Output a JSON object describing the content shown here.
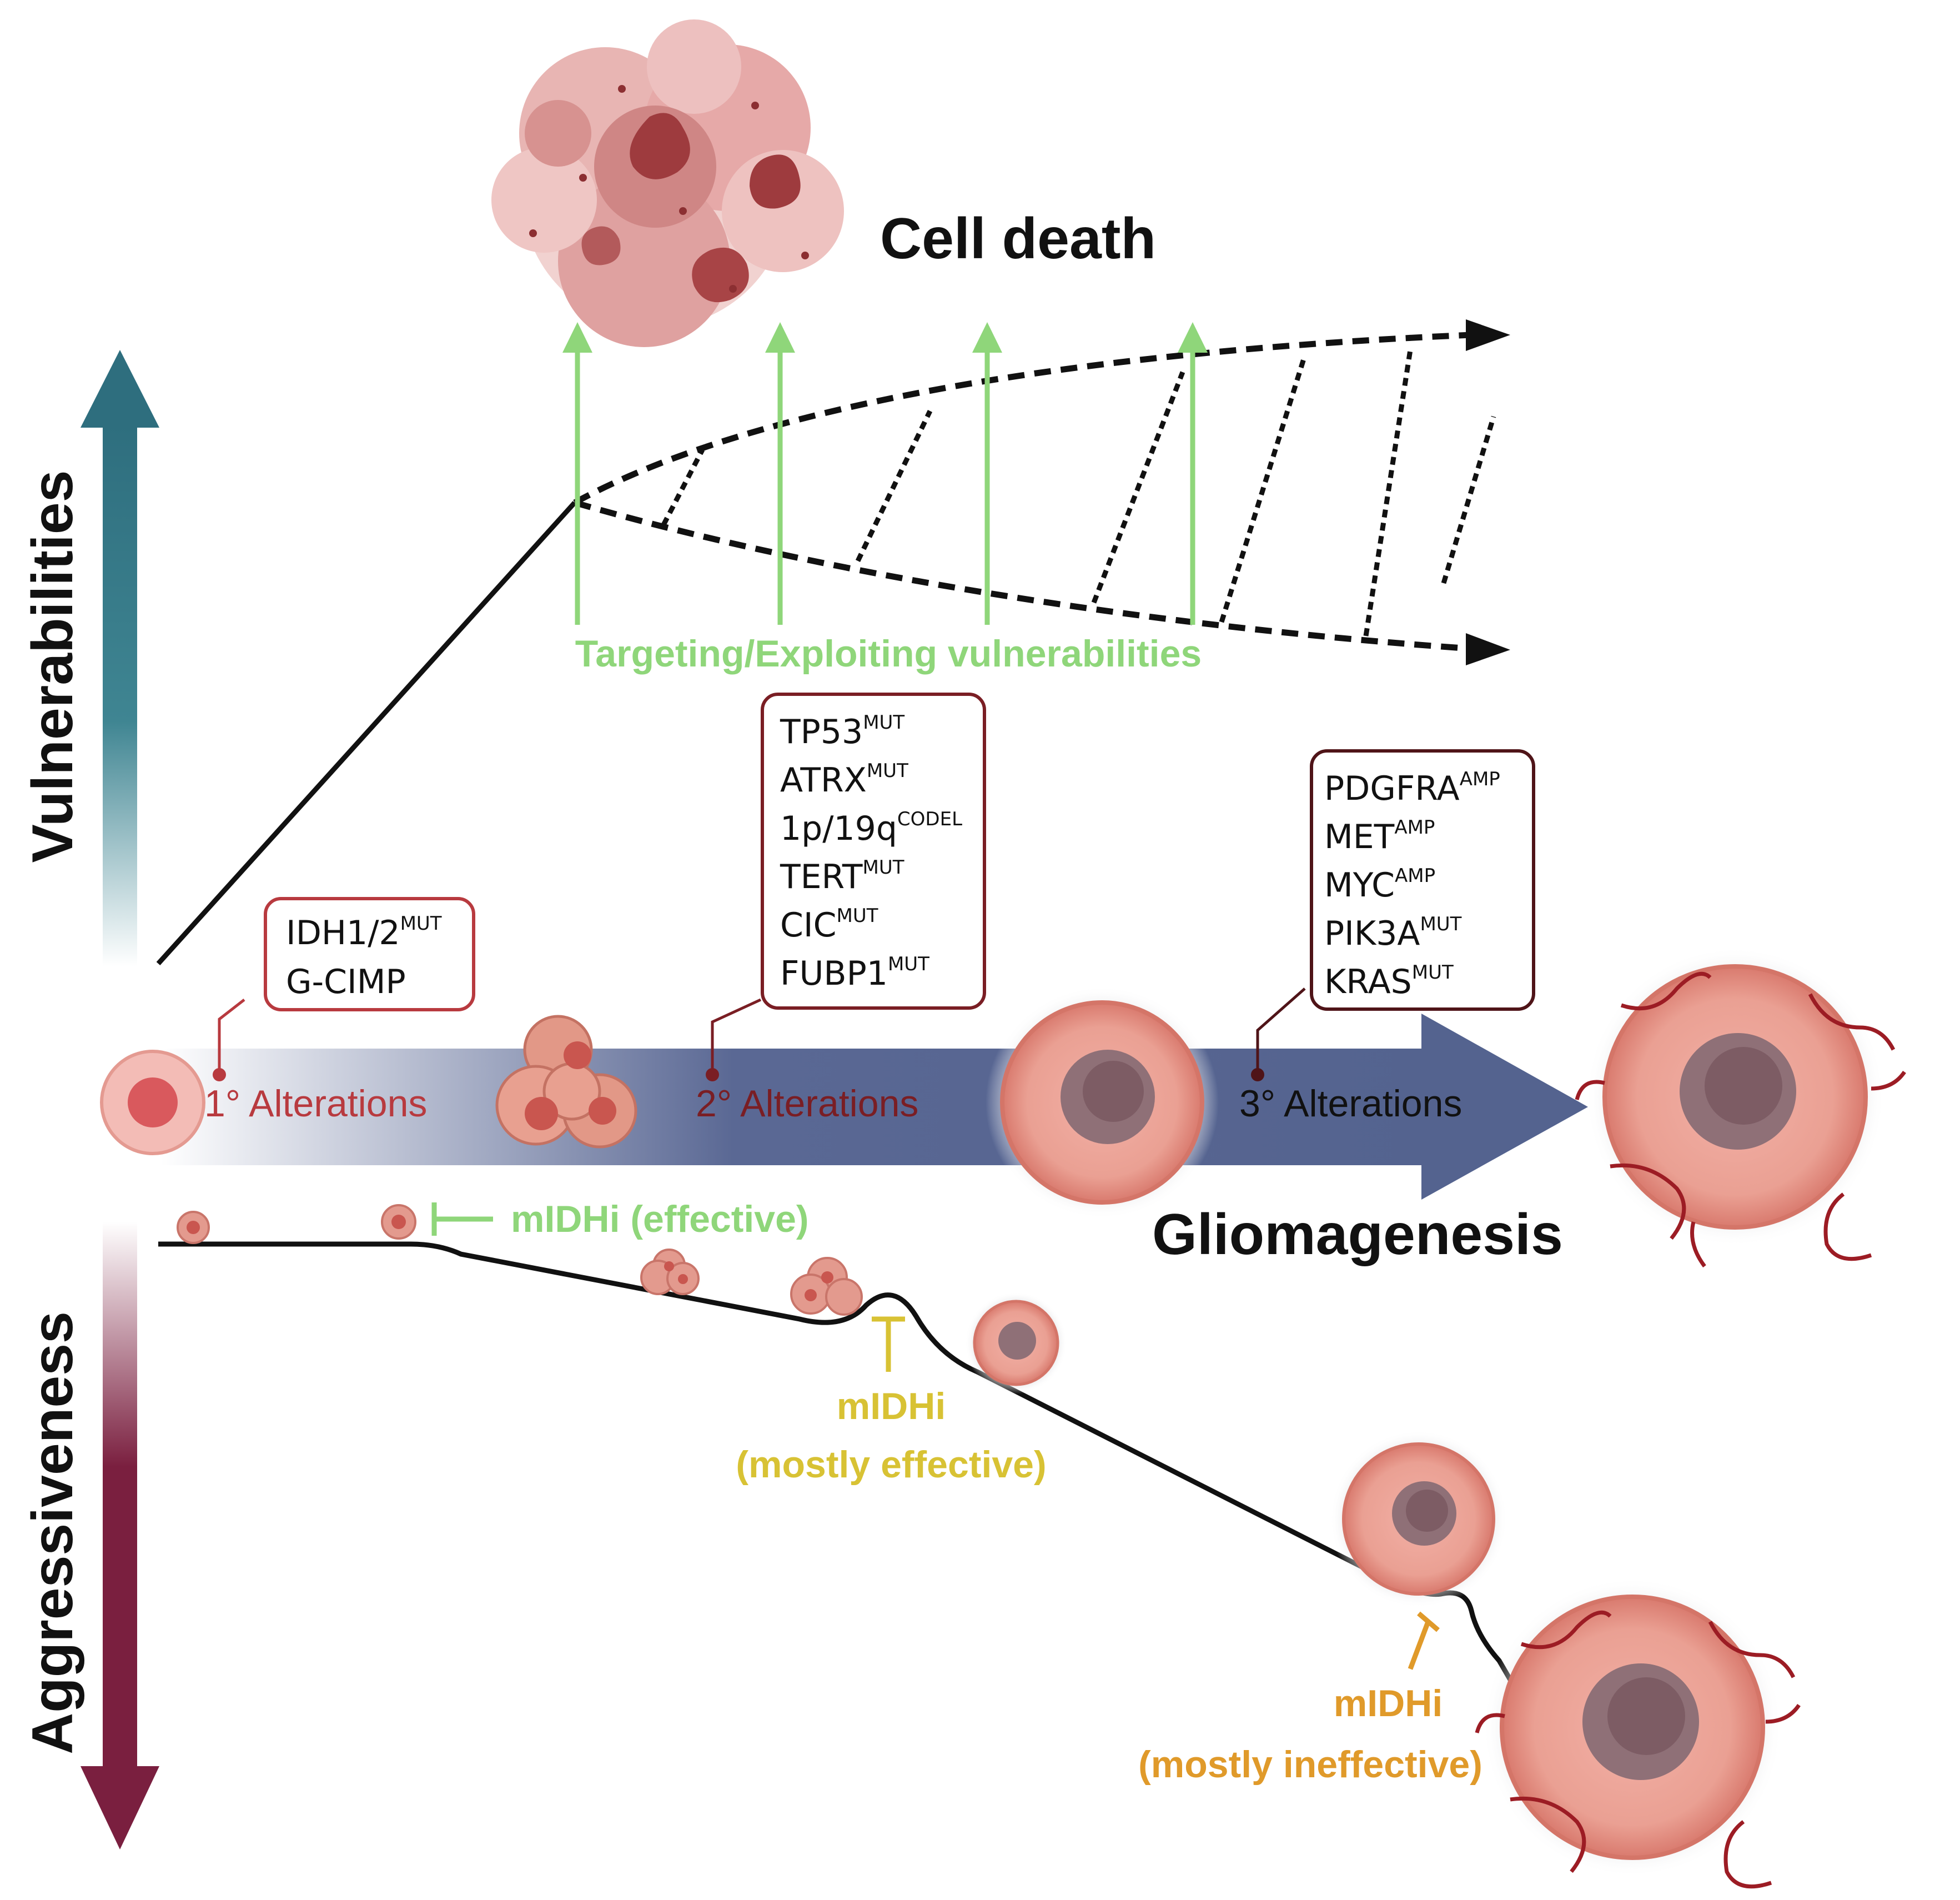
{
  "labels": {
    "cell_death": "Cell death",
    "targeting": "Targeting/Exploiting vulnerabilities",
    "vulnerabilities": "Vulnerabilities",
    "aggressiveness": "Aggressiveness",
    "gliomagenesis": "Gliomagenesis",
    "alt1": "1° Alterations",
    "alt2": "2° Alterations",
    "alt3": "3° Alterations",
    "mIDHi_effective": "mIDHi (effective)",
    "mIDHi": "mIDHi",
    "mostly_effective": "(mostly effective)",
    "mostly_ineffective": "(mostly ineffective)"
  },
  "boxes": {
    "primary": [
      {
        "gene": "IDH1/2",
        "sup": "MUT"
      },
      {
        "gene": "G-CIMP",
        "sup": ""
      }
    ],
    "secondary": [
      {
        "gene": "TP53",
        "sup": "MUT"
      },
      {
        "gene": "ATRX",
        "sup": "MUT"
      },
      {
        "gene": "1p/19q",
        "sup": "CODEL"
      },
      {
        "gene": "TERT",
        "sup": "MUT"
      },
      {
        "gene": "CIC",
        "sup": "MUT"
      },
      {
        "gene": "FUBP1",
        "sup": "MUT"
      }
    ],
    "tertiary": [
      {
        "gene": "PDGFRA",
        "sup": "AMP"
      },
      {
        "gene": "MET",
        "sup": "AMP"
      },
      {
        "gene": "MYC",
        "sup": "AMP"
      },
      {
        "gene": "PIK3A",
        "sup": "MUT"
      },
      {
        "gene": "KRAS",
        "sup": "MUT"
      }
    ]
  },
  "colors": {
    "teal": "#2e6e7e",
    "maroon": "#7a1f3f",
    "green": "#8fd67a",
    "yellow": "#d8c234",
    "orange": "#e09a2a",
    "arrow_blue": "#5a6894",
    "red_box": "#b83a3f",
    "dark_box": "#7a1e24",
    "darkest_box": "#4f1418"
  }
}
